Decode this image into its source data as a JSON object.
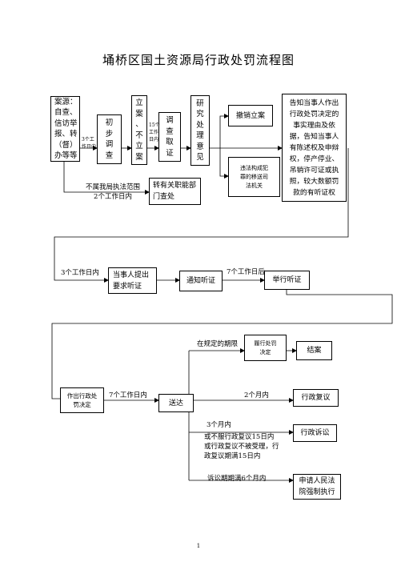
{
  "title": "埇桥区国土资源局行政处罚流程图",
  "nodes": {
    "case_source": "案源：\n自查、\n信访举\n报、转\n（督）\n办等等",
    "initial_check": "初\n步\n调\n查",
    "file_or_not": "立\n案\n、\n不\n立\n案",
    "investigate": "调\n查\n取\n证",
    "study_opinion": "研\n究\n处\n理\n意\n见",
    "withdraw_case": "撤销立案",
    "transfer_judicial": "违法构成犯\n罪的移送司\n法机关",
    "notify_party": "告知当事人作出\n行政处罚决定的\n事实理由及依\n据，告知当事人\n有陈述权及申辩\n权，停产停业、\n吊销许可证或执\n照，较大数额罚\n款的有听证权",
    "transfer_dept": "转有关职能部\n门查处",
    "party_request_hearing": "当事人提出\n要求听证",
    "notify_hearing": "通知听证",
    "hold_hearing": "举行听证",
    "make_decision": "作出行政处\n罚决定",
    "deliver": "送达",
    "fulfill_decision": "履行处罚\n决定",
    "close_case": "结案",
    "admin_review": "行政复议",
    "admin_litigation": "行政诉讼",
    "court_enforce": "申请人民法\n院强制执行"
  },
  "labels": {
    "three_days_1": "3个工\n作日内",
    "fifteen_days": "15个\n工作\n日内",
    "out_of_scope": "不属我局执法范围\n2个工作日内",
    "three_days_2": "3个工作日内",
    "seven_days_after": "7个工作日后",
    "within_period": "在规定的期限",
    "seven_days": "7个工作日内",
    "two_months": "2个月内",
    "three_months": "3个月内",
    "litigation_cond": "或不服行政复议15日内\n或行政复议不被受理，行\n政复议期满15日内",
    "six_months": "诉讼期期满6个月内"
  },
  "page_number": "1"
}
